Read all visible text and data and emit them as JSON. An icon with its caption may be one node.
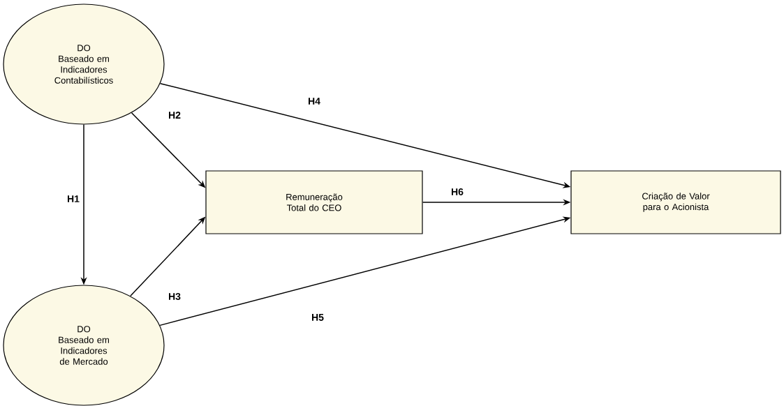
{
  "diagram": {
    "nodes": [
      {
        "text": [
          "DO",
          "Baseado em Indicadores Contabilísticos"
        ]
      },
      {
        "text": [
          "DO",
          "Baseado em Indicadores de Mercado"
        ]
      },
      {
        "text": [
          "Remuneração Total do CEO"
        ]
      },
      {
        "text": [
          "Criação de Valor para o Acionista"
        ]
      }
    ],
    "edges": [
      {
        "from": 0,
        "to": 1,
        "arrow": "to",
        "label": "H1"
      },
      {
        "from": 0,
        "to": 2,
        "arrow": "to",
        "label": "H2"
      },
      {
        "from": 1,
        "to": 2,
        "arrow": "to",
        "label": "H3"
      },
      {
        "from": 0,
        "to": 3,
        "arrow": "to",
        "label": "H4"
      },
      {
        "from": 1,
        "to": 3,
        "arrow": "to",
        "label": "H5"
      },
      {
        "from": 2,
        "to": 3,
        "arrow": "to",
        "label": "H6"
      }
    ]
  }
}
